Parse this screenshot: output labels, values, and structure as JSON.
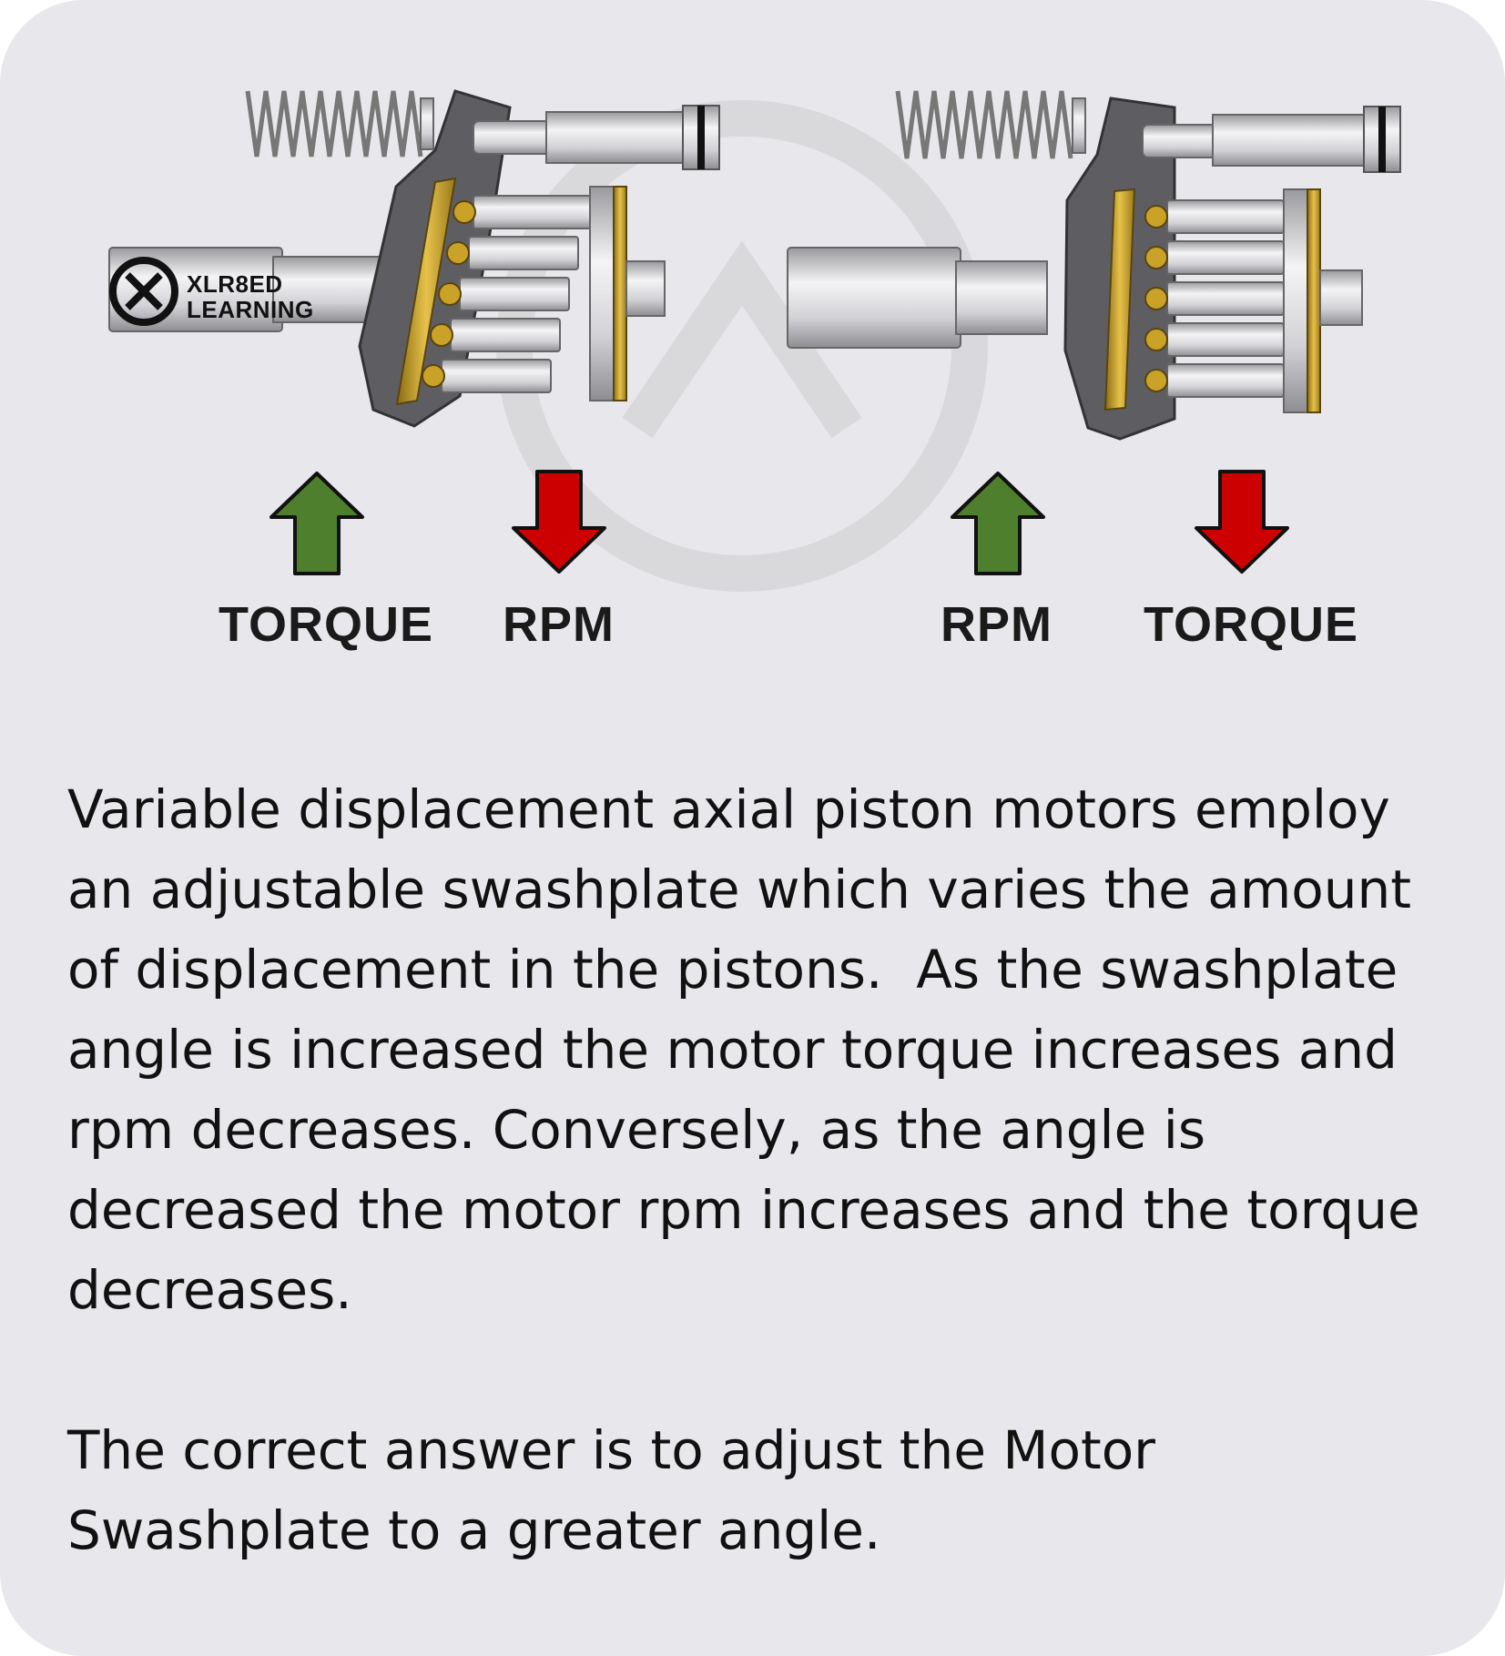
{
  "logo": {
    "line1": "XLR8ED",
    "line2": "LEARNING"
  },
  "labels": {
    "left_up": "TORQUE",
    "left_down": "RPM",
    "right_up": "RPM",
    "right_down": "TORQUE"
  },
  "explanation": {
    "paragraph1": "Variable displacement axial piston motors employ an adjustable swashplate which varies the amount of displacement in the pistons.  As the swashplate angle is increased the motor torque increases and rpm decreases. Conversely, as the angle is decreased the motor rpm increases and the torque decreases.",
    "paragraph2": "The correct answer is to adjust the Motor Swashplate to a greater angle."
  },
  "colors": {
    "background": "#e8e8ec",
    "arrow_up": "#4e7f2c",
    "arrow_down": "#cc0000",
    "housing": "#5e5e62",
    "brass": "#c9a227"
  }
}
